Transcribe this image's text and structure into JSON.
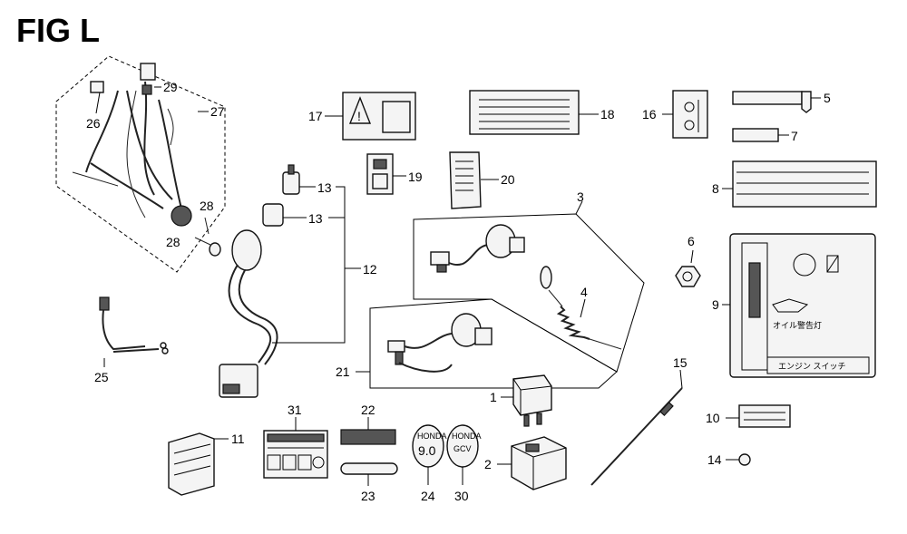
{
  "figure": {
    "title": "FIG L"
  },
  "callouts": {
    "c1": "1",
    "c2": "2",
    "c3": "3",
    "c4": "4",
    "c5": "5",
    "c6": "6",
    "c7": "7",
    "c8": "8",
    "c9": "9",
    "c10": "10",
    "c11": "11",
    "c12": "12",
    "c13a": "13",
    "c13b": "13",
    "c14": "14",
    "c15": "15",
    "c16": "16",
    "c17": "17",
    "c18": "18",
    "c19": "19",
    "c20": "20",
    "c21": "21",
    "c22": "22",
    "c23": "23",
    "c24": "24",
    "c25": "25",
    "c26": "26",
    "c27": "27",
    "c28a": "28",
    "c28b": "28",
    "c29": "29",
    "c30": "30",
    "c31": "31"
  },
  "label_texts": {
    "panel_oil": "オイル警告灯",
    "panel_switch": "エンジン スイッチ",
    "badge24_top": "HONDA",
    "badge24_value": "9.0",
    "badge30_top": "HONDA",
    "badge30_value": "GCV"
  }
}
